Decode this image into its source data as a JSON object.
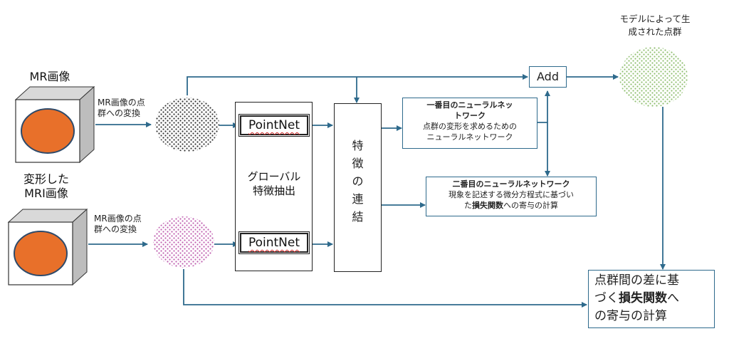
{
  "inputs": {
    "mr_title": "MR画像",
    "deformed_title_line1": "変形した",
    "deformed_title_line2": "MRI画像",
    "conversion_label_line1": "MR画像の点",
    "conversion_label_line2": "群への変換"
  },
  "encoders": {
    "pointnet_top": "PointNet",
    "pointnet_bottom": "PointNet",
    "global_feature_line1": "グローバル",
    "global_feature_line2": "特徴抽出"
  },
  "concat": {
    "chars": [
      "特",
      "徴",
      "の",
      "連",
      "結"
    ]
  },
  "nn1": {
    "title_line1": "一番目のニューラルネッ",
    "title_line2": "トワーク",
    "desc_line1": "点群の変形を求めるための",
    "desc_line2": "ニューラルネットワーク"
  },
  "nn2": {
    "title": "二番目のニューラルネットワーク",
    "desc_line1": "現象を記述する微分方程式に基づい",
    "desc_line2_pre": "た",
    "desc_line2_bold": "損失関数",
    "desc_line2_post": "への寄与の計算"
  },
  "add": {
    "label": "Add"
  },
  "output": {
    "title_line1": "モデルによって生",
    "title_line2": "成された点群"
  },
  "loss": {
    "line1": "点群間の差に基",
    "line2_pre": "づく",
    "line2_bold": "損失関数",
    "line2_post": "へ",
    "line3": "の寄与の計算"
  },
  "colors": {
    "arrow": "#2e6a8c",
    "cube_face": "#ffffff",
    "cube_side": "#bdbdbd",
    "cube_top": "#d9d9d9",
    "ellipse_fill": "#e8702a",
    "cloud_dark": "#333333",
    "cloud_pink": "#c060b0",
    "cloud_green": "#8fbf70"
  },
  "icons": [
    "mr-cube-icon",
    "point-cloud-icon"
  ]
}
